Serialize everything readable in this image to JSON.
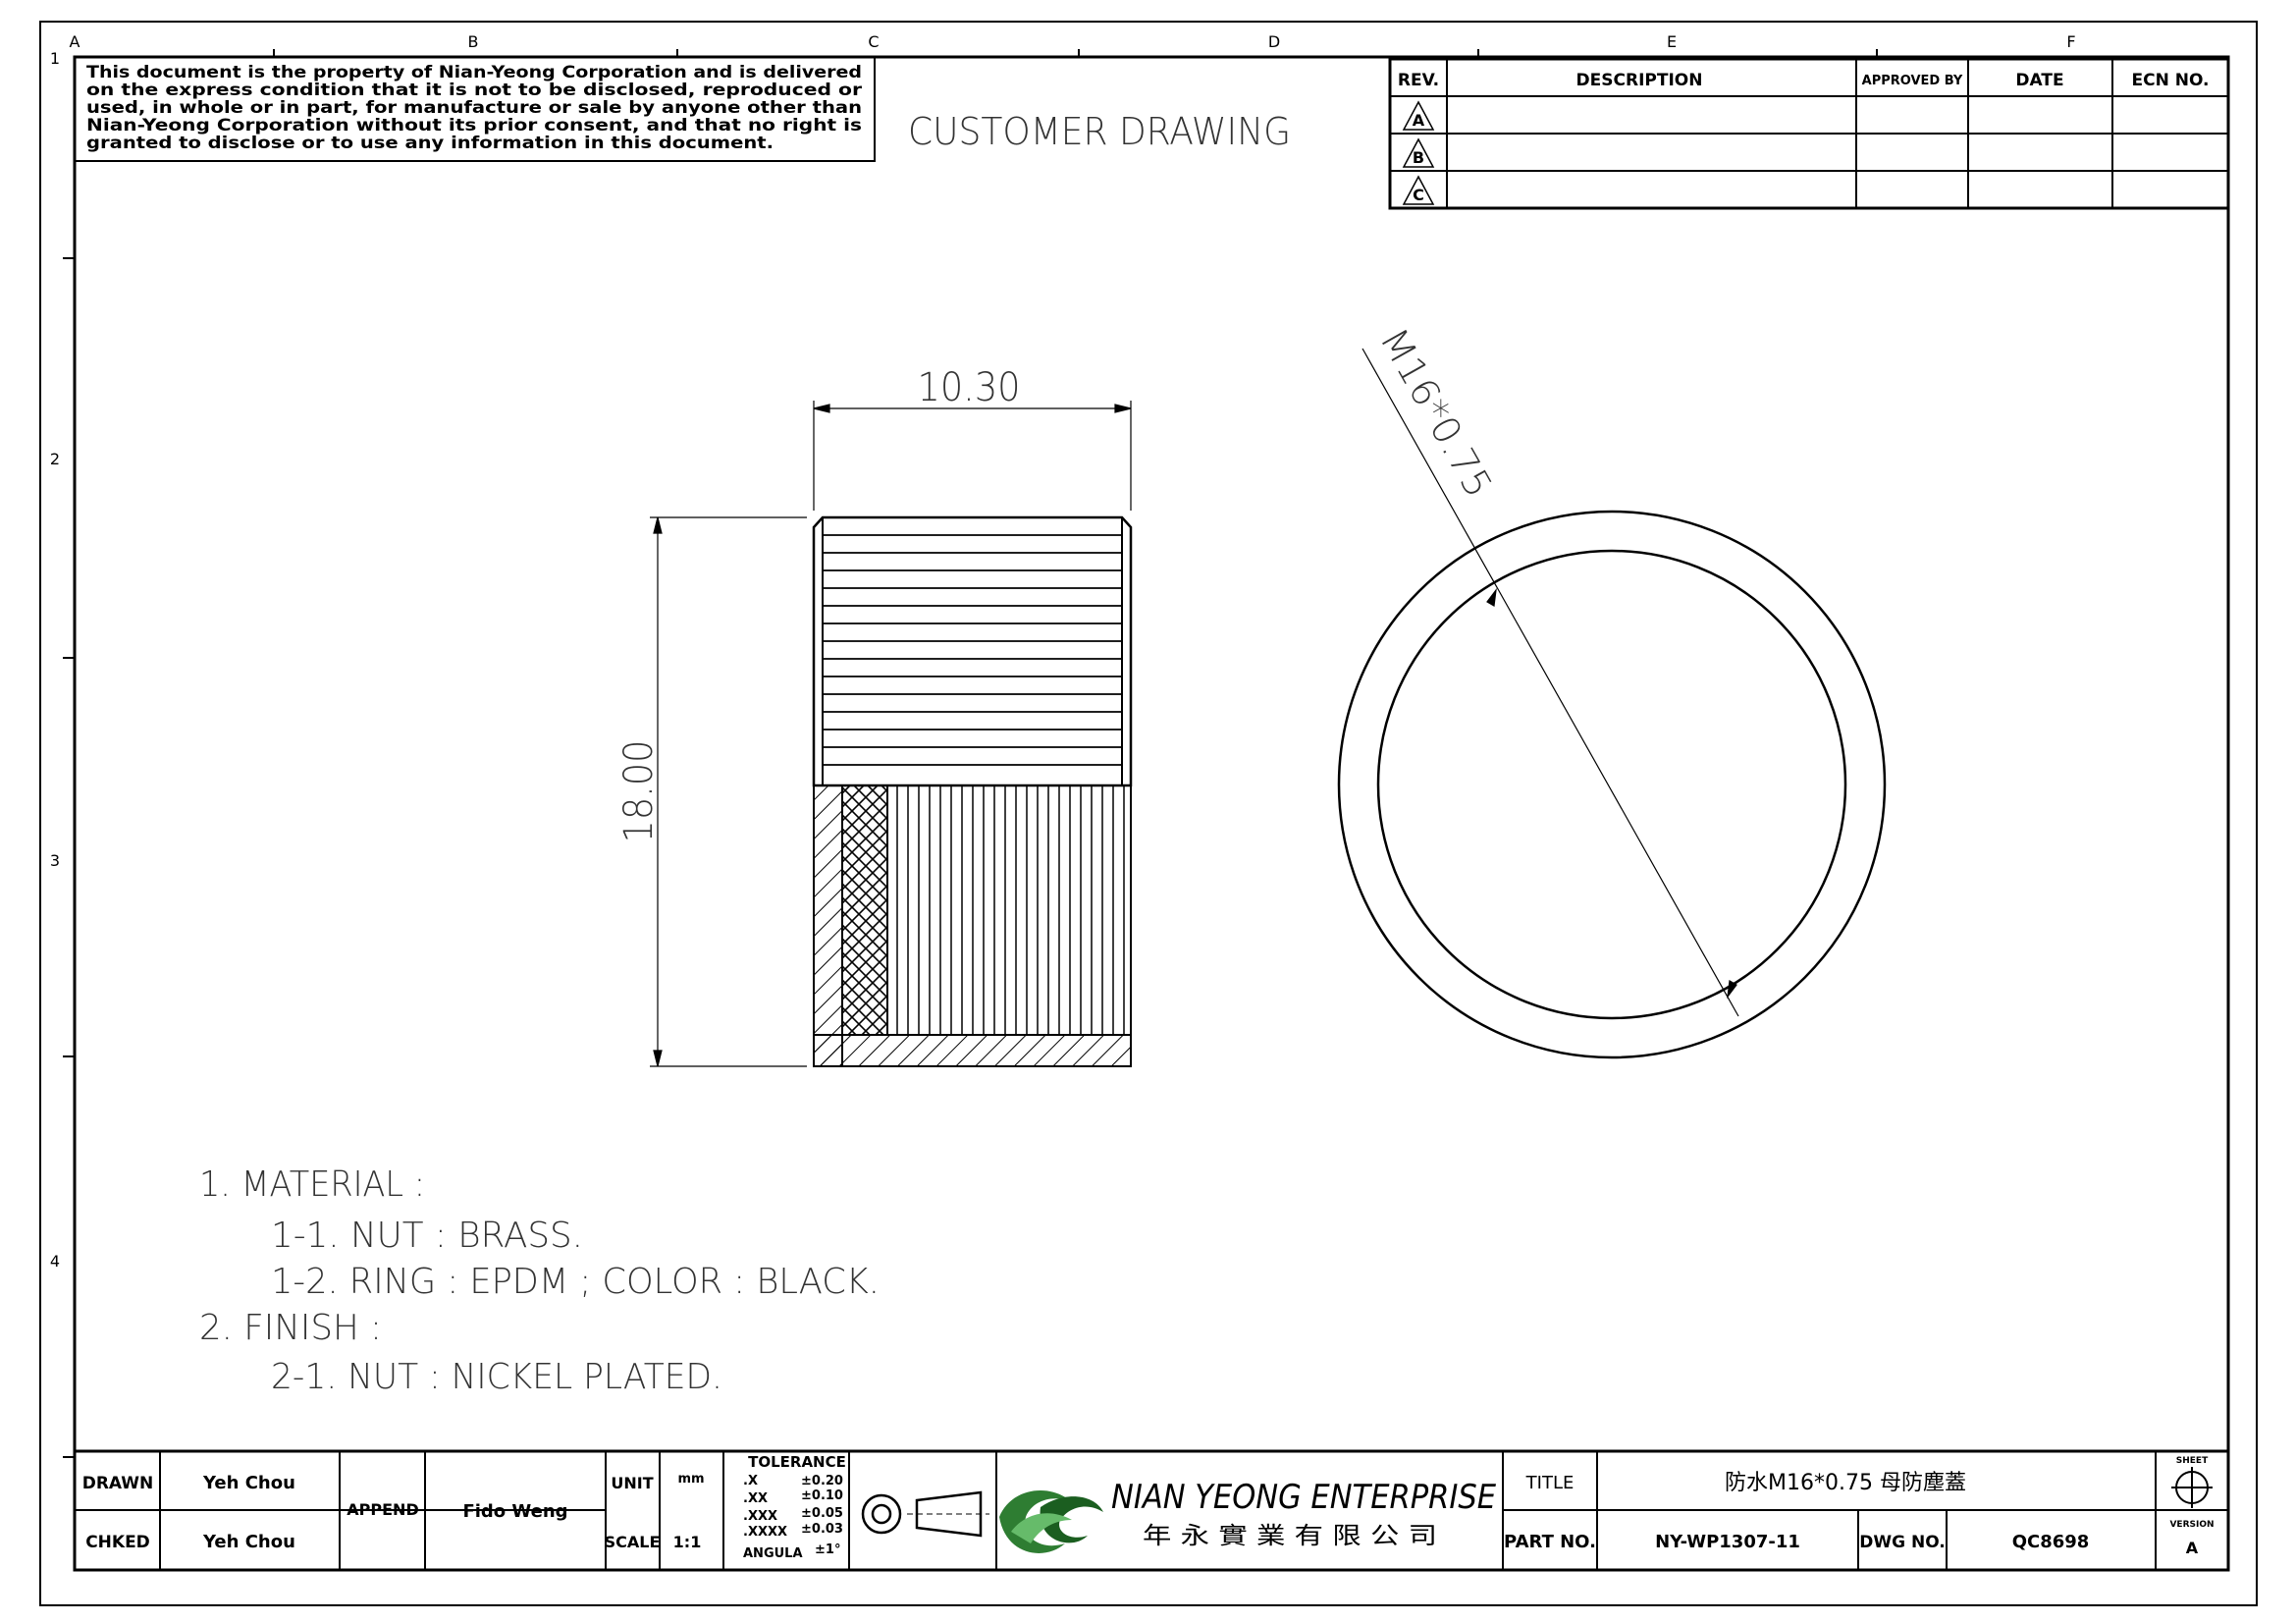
{
  "zone_columns": [
    "A",
    "B",
    "C",
    "D",
    "E",
    "F"
  ],
  "zone_rows": [
    "1",
    "2",
    "3",
    "4"
  ],
  "notice": {
    "lines": [
      "This document is the property of Nian-Yeong Corporation and is delivered",
      "on  the  express condition that it is not to be disclosed, reproduced or",
      "used, in whole or in part, for manufacture or sale by anyone other than",
      "Nian-Yeong Corporation without  its prior consent, and that  no right  is",
      "granted to disclose or to use any information in this  document."
    ]
  },
  "drawing_type": "CUSTOMER  DRAWING",
  "revision_table": {
    "headers": [
      "REV.",
      "DESCRIPTION",
      "APPROVED BY",
      "DATE",
      "ECN NO."
    ],
    "rows": [
      {
        "rev": "A",
        "description": "",
        "approved_by": "",
        "date": "",
        "ecn": ""
      },
      {
        "rev": "B",
        "description": "",
        "approved_by": "",
        "date": "",
        "ecn": ""
      },
      {
        "rev": "C",
        "description": "",
        "approved_by": "",
        "date": "",
        "ecn": ""
      }
    ]
  },
  "dimensions": {
    "width": "10.30",
    "height": "18.00",
    "thread": "M16*0.75"
  },
  "notes": [
    "1. MATERIAL :",
    "1-1. NUT : BRASS.",
    "1-2. RING : EPDM ; COLOR : BLACK.",
    "2. FINISH :",
    "2-1. NUT : NICKEL PLATED."
  ],
  "title_block": {
    "drawn_label": "DRAWN",
    "drawn_by": "Yeh Chou",
    "checked_label": "CHKED",
    "checked_by": "Yeh Chou",
    "append_label": "APPEND",
    "append_by": "Fido Weng",
    "unit_label": "UNIT",
    "unit_value": "mm",
    "scale_label": "SCALE",
    "scale_value": "1:1",
    "tolerance": {
      "heading": "TOLERANCE",
      "rows": [
        {
          "format": ".X",
          "value": "±0.20"
        },
        {
          "format": ".XX",
          "value": "±0.10"
        },
        {
          "format": ".XXX",
          "value": "±0.05"
        },
        {
          "format": ".XXXX",
          "value": "±0.03"
        },
        {
          "format": "ANGULA",
          "value": "±1°"
        }
      ]
    },
    "company_name": "NIAN YEONG ENTERPRISE",
    "company_name_cn": "年 永 實 業 有 限 公 司",
    "title_label": "TITLE",
    "title_value": "防水M16*0.75  母防塵蓋",
    "part_no_label": "PART NO.",
    "part_no": "NY-WP1307-11",
    "dwg_no_label": "DWG NO.",
    "dwg_no": "QC8698",
    "sheet_label": "SHEET",
    "version_label": "VERSION",
    "version": "A"
  },
  "colors": {
    "line": "#000000",
    "logo_green": "#2e7d32",
    "logo_dark": "#1b5e20",
    "text": "#111111"
  }
}
